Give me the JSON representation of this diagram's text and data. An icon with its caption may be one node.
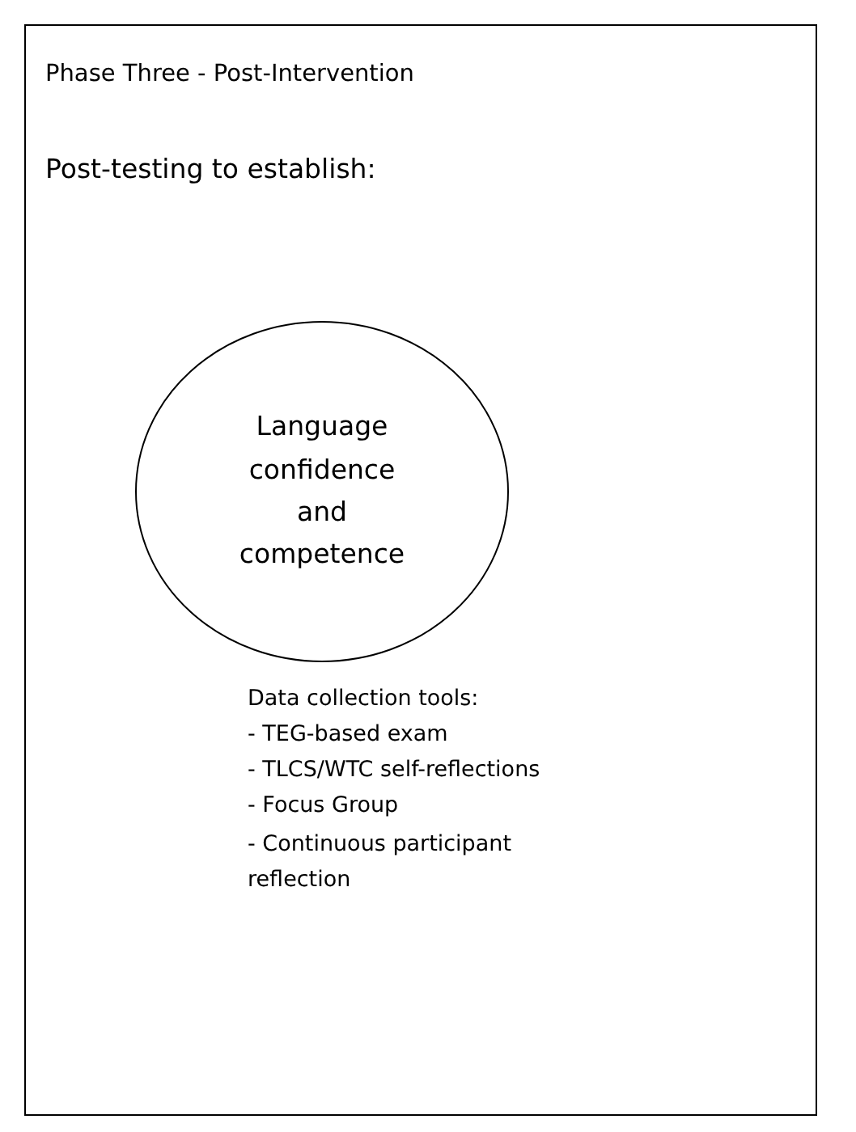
{
  "diagram": {
    "nodes": [
      {
        "text": [
          "Phase Three - Post-Intervention",
          "Post-testing to establish:",
          "Data collection tools:",
          "- TEG-based exam",
          "- TLCS/WTC self-reflections",
          "- Focus Group",
          "- Continuous participant reflection"
        ]
      },
      {
        "text": [
          "Language confidence and competence"
        ],
        "in": 0
      }
    ]
  }
}
